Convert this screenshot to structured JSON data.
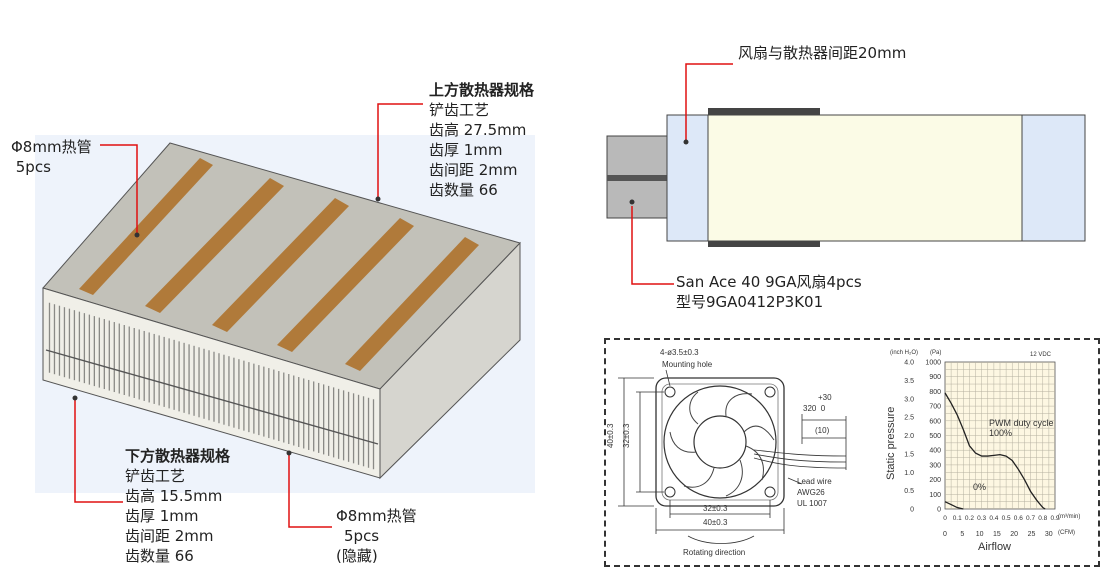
{
  "heatsink": {
    "upper_spec": {
      "title": "上方散热器规格",
      "lines": [
        "铲齿工艺",
        "齿高 27.5mm",
        "齿厚 1mm",
        "齿间距 2mm",
        "齿数量 66"
      ]
    },
    "lower_spec": {
      "title": "下方散热器规格",
      "lines": [
        "铲齿工艺",
        "齿高 15.5mm",
        "齿厚 1mm",
        "齿间距 2mm",
        "齿数量 66"
      ]
    },
    "heatpipe_top": {
      "line1": "Φ8mm热管",
      "line2": " 5pcs"
    },
    "heatpipe_bottom": {
      "line1": "Φ8mm热管",
      "line2": "5pcs",
      "line3": "(隐藏)"
    }
  },
  "side_view": {
    "gap_label": "风扇与散热器间距20mm",
    "fan_label_1": "San Ace 40 9GA风扇4pcs",
    "fan_label_2": "型号9GA0412P3K01"
  },
  "fan_drawing": {
    "hole_label": "4-ø3.5±0.3",
    "mounting_hole": "Mounting hole",
    "dim_vertical_outer": "40±0.3",
    "dim_vertical_inner": "32±0.3",
    "dim_horizontal_inner": "32±0.3",
    "dim_horizontal_outer": "40±0.3",
    "lead_plus": "+30",
    "lead_value": "320  0",
    "lead_ten": "(10)",
    "lead_wire": "Lead wire",
    "awg": "AWG26",
    "ul": "UL 1007",
    "rotating": "Rotating direction"
  },
  "chart_data": {
    "type": "line",
    "title": "",
    "top_unit_left": "(inch H₂O)",
    "top_unit_right": "(Pa)",
    "voltage": "12 VDC",
    "ylabel": "Static pressure",
    "xlabel": "Airflow",
    "y_pa_ticks": [
      "0",
      "100",
      "200",
      "300",
      "400",
      "500",
      "600",
      "700",
      "800",
      "900",
      "1000"
    ],
    "y_inch_ticks": [
      "0",
      "0.5",
      "1.0",
      "1.5",
      "2.0",
      "2.5",
      "3.0",
      "3.5",
      "4.0"
    ],
    "x_m3_ticks": [
      "0",
      "0.1",
      "0.2",
      "0.3",
      "0.4",
      "0.5",
      "0.6",
      "0.7",
      "0.8",
      "0.9"
    ],
    "x_m3_unit": "(m³/min)",
    "x_cfm_ticks": [
      "0",
      "5",
      "10",
      "15",
      "20",
      "25",
      "30"
    ],
    "x_cfm_unit": "(CFM)",
    "ylim": [
      0,
      1000
    ],
    "xlim": [
      0,
      0.9
    ],
    "grid": true,
    "series": [
      {
        "name": "PWM duty cycle 100%",
        "x": [
          0,
          0.05,
          0.1,
          0.15,
          0.2,
          0.25,
          0.3,
          0.35,
          0.4,
          0.45,
          0.5,
          0.55,
          0.6,
          0.65,
          0.7,
          0.75,
          0.8,
          0.82
        ],
        "y": [
          790,
          720,
          640,
          540,
          430,
          380,
          360,
          360,
          365,
          370,
          360,
          330,
          270,
          200,
          120,
          60,
          10,
          0
        ]
      },
      {
        "name": "0%",
        "x": [
          0,
          0.05,
          0.1,
          0.15
        ],
        "y": [
          50,
          30,
          10,
          0
        ]
      }
    ],
    "label_pwm": "PWM duty cycle",
    "label_100": "100%",
    "label_0": "0%"
  }
}
